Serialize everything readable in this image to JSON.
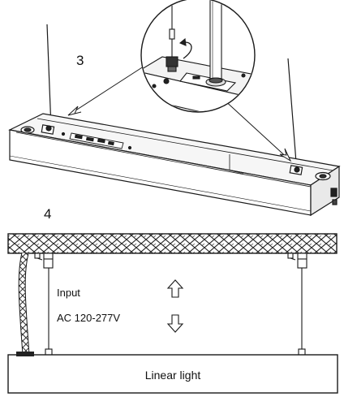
{
  "steps": {
    "step3": "3",
    "step4": "4"
  },
  "labels": {
    "input": "Input",
    "voltage": "AC 120-277V",
    "fixture": "Linear light"
  },
  "icons": {
    "up": "arrow-up-outline",
    "down": "arrow-down-outline"
  },
  "colors": {
    "line": "#1a1a1a",
    "fixture_face": "#f4f4f4",
    "ceiling_hatch": "#222222"
  }
}
